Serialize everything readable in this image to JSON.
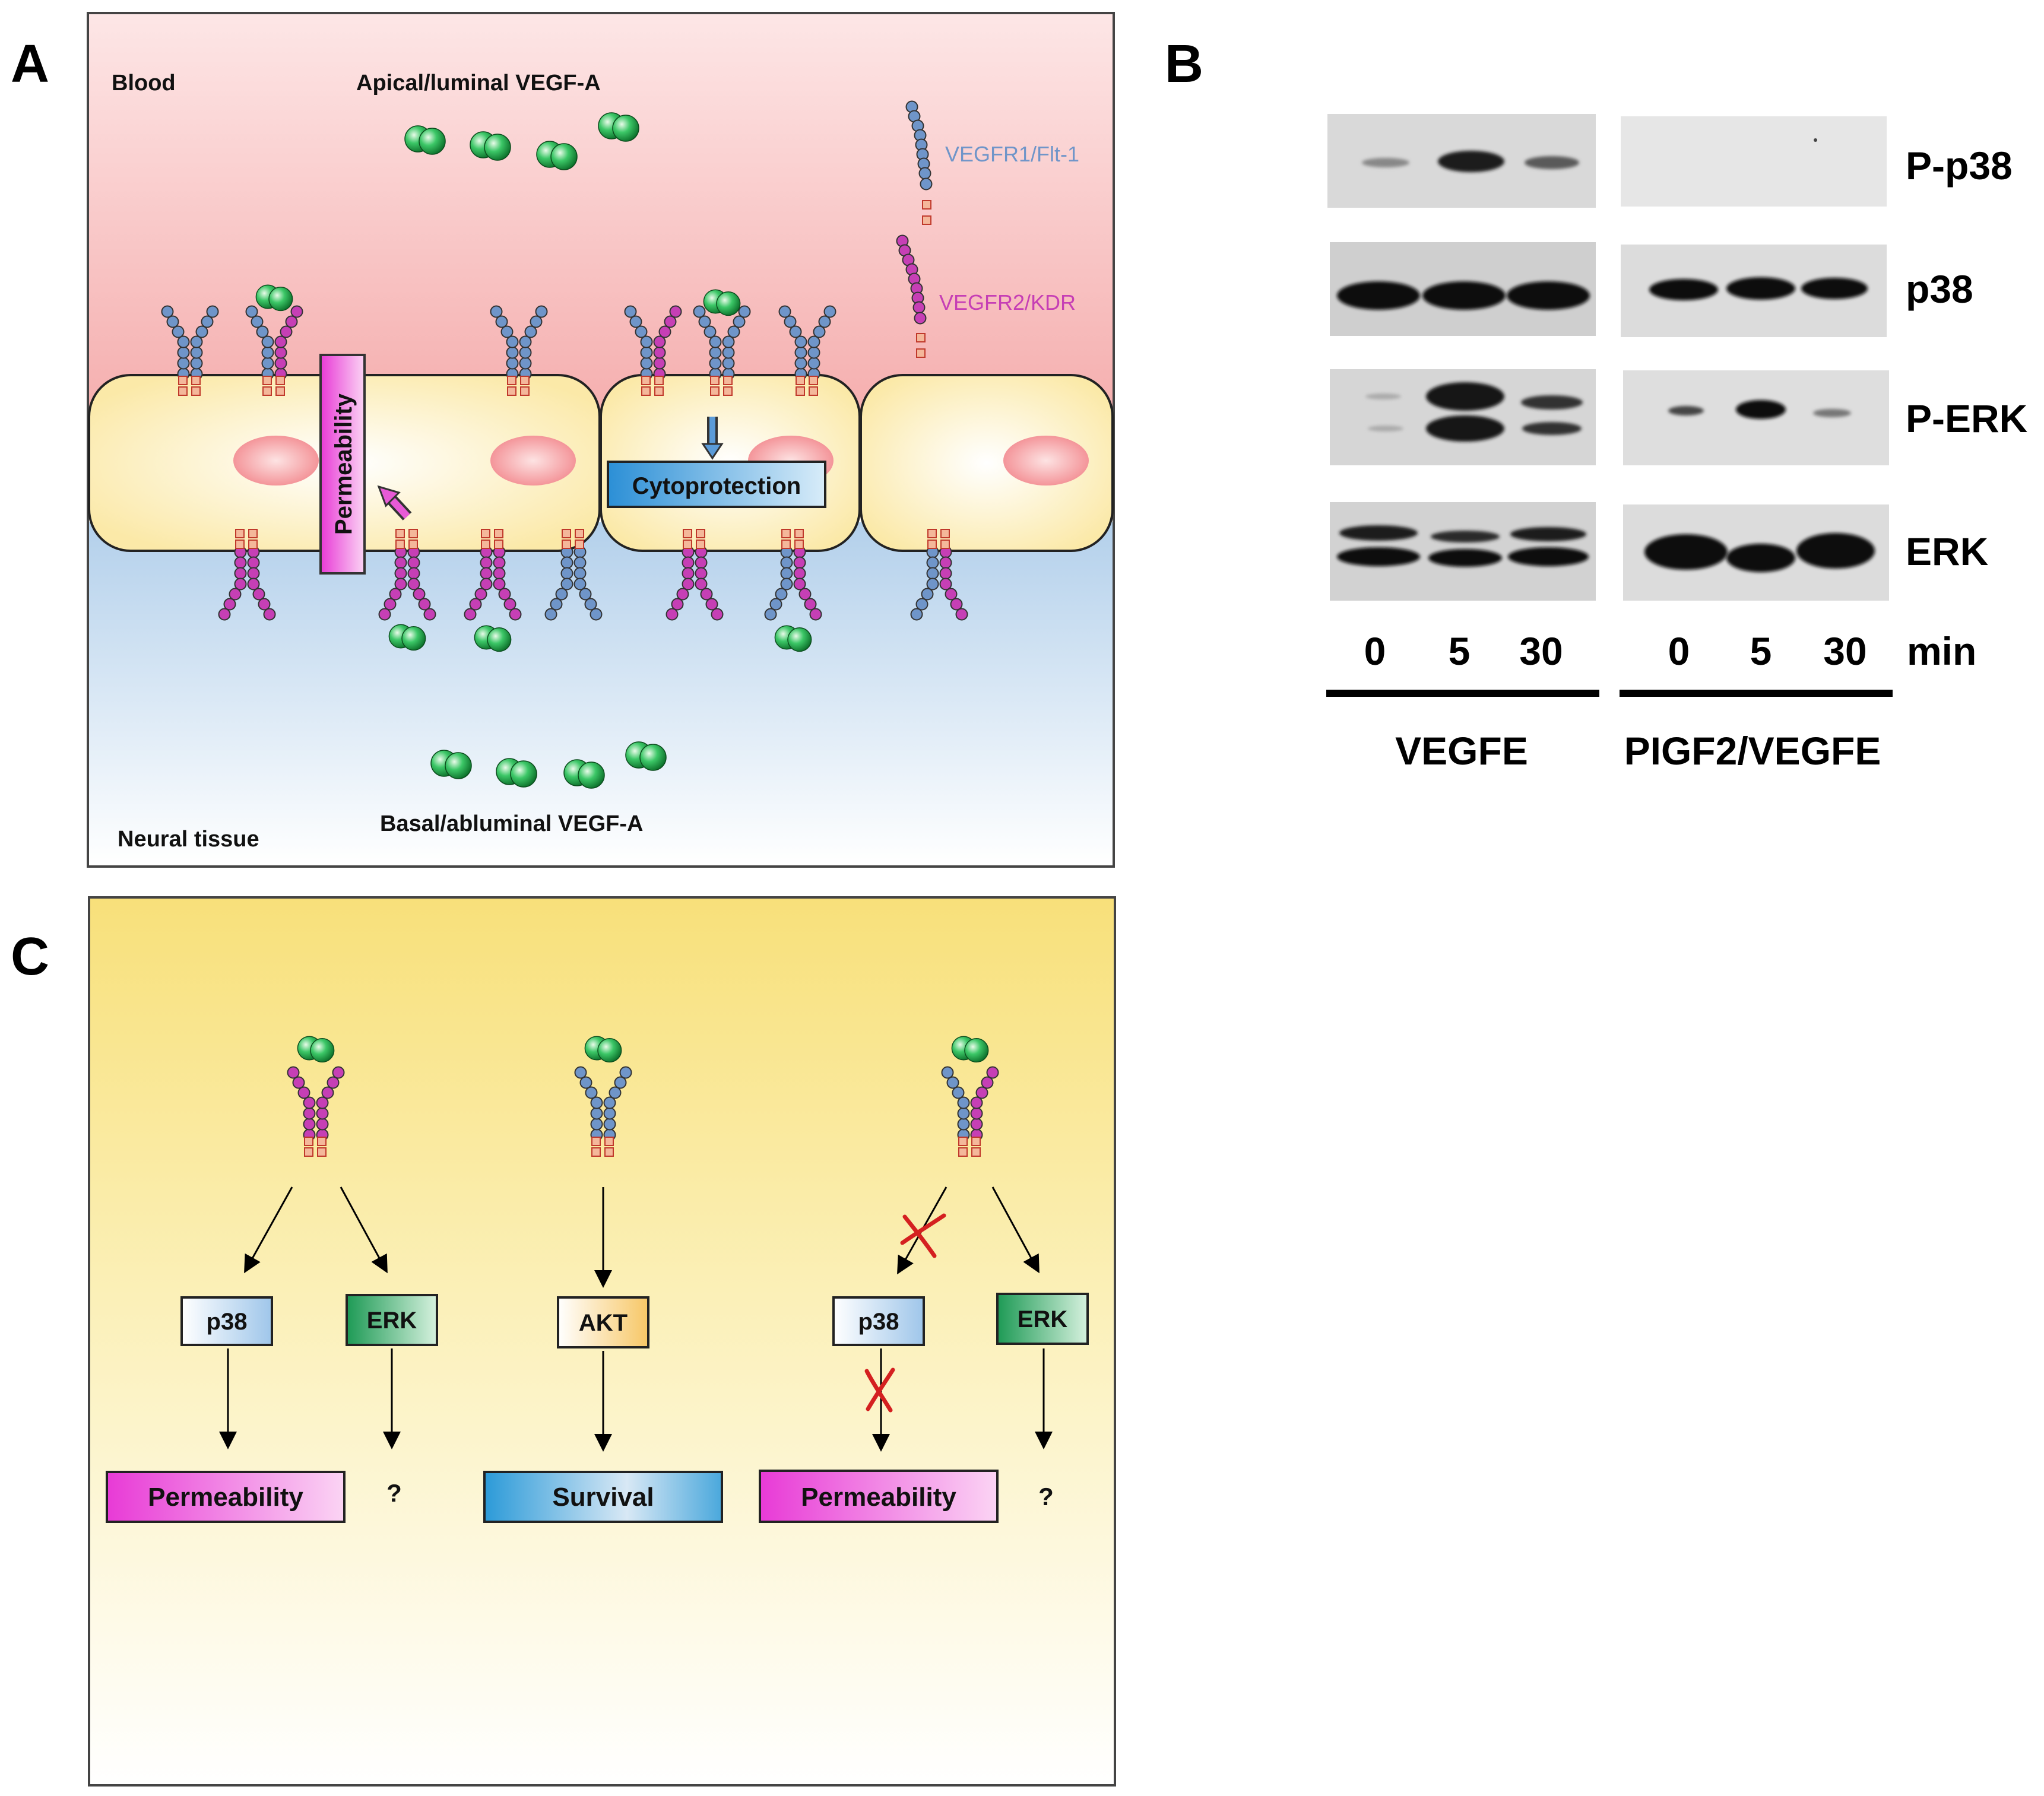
{
  "panelA": {
    "letter": "A",
    "label_blood": "Blood",
    "label_apical": "Apical/luminal VEGF-A",
    "label_vegfr1": "VEGFR1/Flt-1",
    "label_vegfr2": "VEGFR2/KDR",
    "label_permeability": "Permeability",
    "label_cytoprotection": "Cytoprotection",
    "label_basal": "Basal/abluminal VEGF-A",
    "label_neural": "Neural tissue"
  },
  "panelB": {
    "letter": "B",
    "rows": [
      "P-p38",
      "p38",
      "P-ERK",
      "ERK"
    ],
    "times_left": [
      "0",
      "5",
      "30"
    ],
    "times_right": [
      "0",
      "5",
      "30"
    ],
    "time_unit": "min",
    "group_left": "VEGFE",
    "group_right": "PIGF2/VEGFE"
  },
  "panelC": {
    "letter": "C",
    "nodes_left": [
      "p38",
      "ERK"
    ],
    "nodes_mid": [
      "AKT"
    ],
    "nodes_right": [
      "p38",
      "ERK"
    ],
    "outcome_left": "Permeability",
    "outcome_mid": "Survival",
    "outcome_right": "Permeability",
    "unknown_left": "?",
    "unknown_right": "?"
  },
  "colors": {
    "vegfr1": "#6f95c9",
    "vegfr2": "#c63fb5",
    "vegf": "#1fa64a",
    "tk": "#e07a55",
    "blood": "#f5b3b3",
    "neural": "#b6d2ec",
    "cell": "#fdeeb8",
    "nucleus": "#f19ba0",
    "permeability": "#e842d6",
    "cytoprotection": "#2f9ad8",
    "panelC_bg": "#f8e27c",
    "inhibit": "#d42020"
  }
}
